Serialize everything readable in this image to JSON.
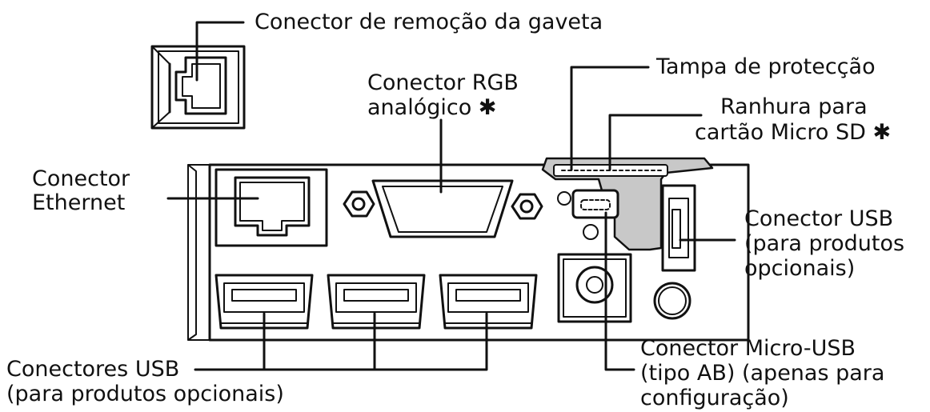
{
  "colors": {
    "ink": "#111111",
    "panel_fill": "#ffffff",
    "cover_fill": "#c8c8c8"
  },
  "labels": {
    "drawer": "Conector de remoção da gaveta",
    "rgb_line1": "Conector RGB",
    "rgb_line2": "analógico ✱",
    "cover": "Tampa de protecção",
    "sd_line1": "Ranhura para",
    "sd_line2": "cartão Micro SD ✱",
    "ethernet_line1": "Conector",
    "ethernet_line2": "Ethernet",
    "usb_opt_line1": "Conector USB",
    "usb_opt_line2": "(para produtos",
    "usb_opt_line3": "opcionais)",
    "usb_multi_line1": "Conectores USB",
    "usb_multi_line2": "(para produtos opcionais)",
    "micro_line1": "Conector Micro-USB",
    "micro_line2": "(tipo AB) (apenas para",
    "micro_line3": "configuração)"
  },
  "icons": {
    "drawer_port": "rj12-jack-icon",
    "ethernet_port": "rj45-jack-icon",
    "rgb_port": "db15-connector-icon",
    "usb_port": "usb-a-port-icon",
    "micro_usb_port": "micro-usb-port-icon",
    "sd_slot": "micro-sd-slot-icon"
  }
}
